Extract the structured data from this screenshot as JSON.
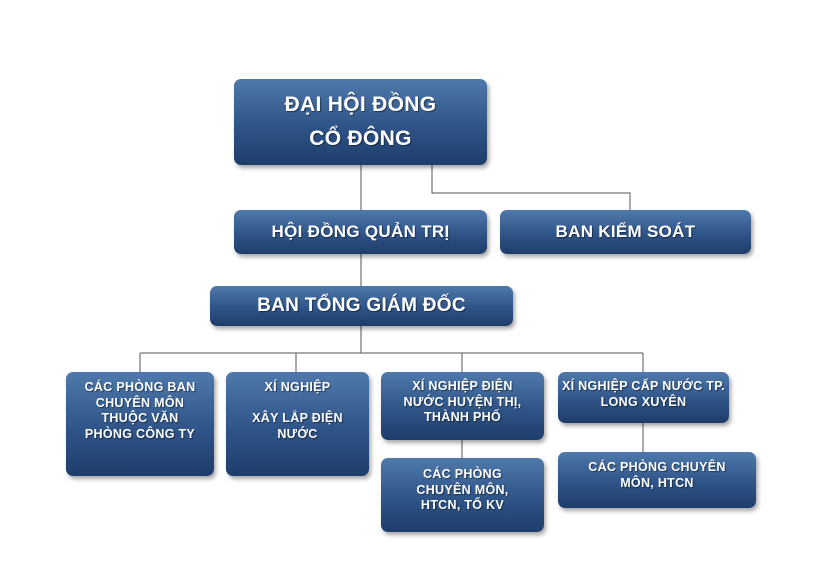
{
  "nodes": {
    "shareholders": "ĐẠI HỘI ĐỒNG\nCỔ ĐÔNG",
    "board": "HỘI ĐỒNG QUẢN TRỊ",
    "supervisory": "BAN KIỂM SOÁT",
    "management": "BAN TỔNG GIÁM ĐỐC",
    "departments": "CÁC PHÒNG BAN\nCHUYÊN MÔN\nTHUỘC VĂN\nPHÒNG CÔNG TY",
    "construction": "XÍ NGHIỆP\n\nXÂY LẮP ĐIỆN\nNƯỚC",
    "district": "XÍ NGHIỆP ĐIỆN\nNƯỚC HUYỆN THỊ,\nTHÀNH PHỐ",
    "district_sub": "CÁC PHÒNG\nCHUYÊN MÔN,\nHTCN, TỔ KV",
    "longxuyen": "XÍ NGHIỆP CẤP NƯỚC TP.\nLONG XUYÊN",
    "longxuyen_sub": "CÁC PHÒNG CHUYÊN\nMÔN, HTCN"
  },
  "colors": {
    "box_top": "#4f79ab",
    "box_bottom": "#1e3d6a",
    "connector": "#555555"
  }
}
